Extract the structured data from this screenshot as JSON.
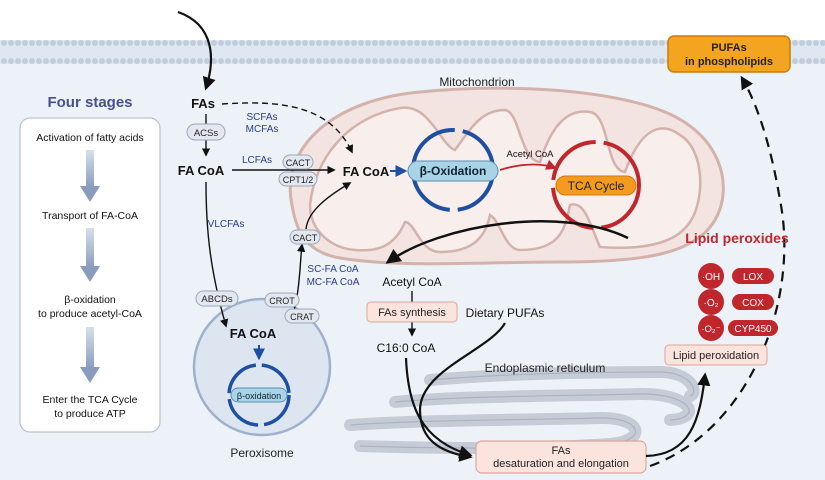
{
  "stages": {
    "title": "Four stages",
    "steps": [
      "Activation of fatty acids",
      "Transport of FA-CoA",
      "β-oxidation",
      "to produce acetyl-CoA",
      "Enter the TCA Cycle",
      "to produce ATP"
    ]
  },
  "labels": {
    "fas": "FAs",
    "acss": "ACSs",
    "fa_coa_left": "FA CoA",
    "scfas": "SCFAs",
    "mcfas": "MCFAs",
    "lcfas": "LCFAs",
    "cact_top": "CACT",
    "cpt": "CPT1/2",
    "fa_coa_mito": "FA CoA",
    "beta_oxidation": "β-Oxidation",
    "acetyl_coa_small": "Acetyl CoA",
    "tca_cycle": "TCA Cycle",
    "mitochondrion": "Mitochondrion",
    "vlcfas": "VLCFAs",
    "cact_mid": "CACT",
    "sc_fa_coa": "SC-FA CoA",
    "mc_fa_coa": "MC-FA CoA",
    "abcds": "ABCDs",
    "crot": "CROT",
    "crat": "CRAT",
    "fa_coa_perox": "FA CoA",
    "beta_ox_perox": "β-oxidation",
    "peroxisome": "Peroxisome",
    "acetyl_coa": "Acetyl CoA",
    "fas_synthesis": "FAs synthesis",
    "c16": "C16:0 CoA",
    "dietary": "Dietary PUFAs",
    "er": "Endoplasmic reticulum",
    "desat_1": "FAs",
    "desat_2": "desaturation and elongation",
    "pufas_1": "PUFAs",
    "pufas_2": "in phospholipids",
    "lipid_peroxides": "Lipid peroxides",
    "oh": "·OH",
    "o2": "·O₂",
    "o2minus": "·O₂⁻",
    "lox": "LOX",
    "cox": "COX",
    "cyp450": "CYP450",
    "lipid_peroxidation": "Lipid peroxidation"
  }
}
